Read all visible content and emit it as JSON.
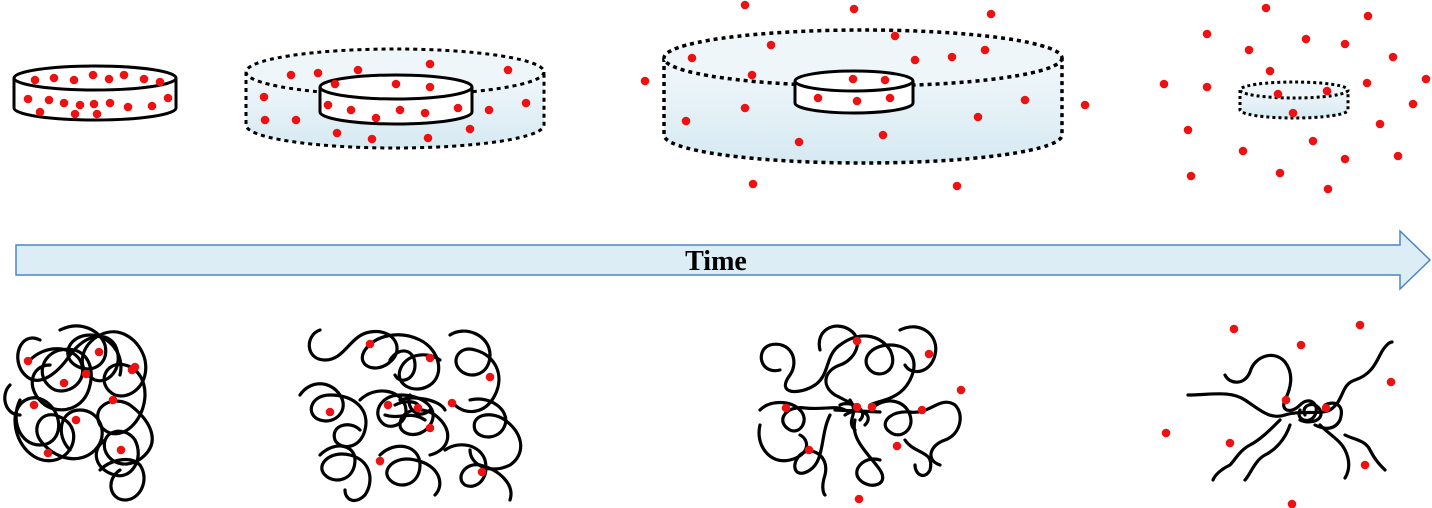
{
  "diagram": {
    "timeline_label": "Time",
    "colors": {
      "particle": "#ee1111",
      "disk_fill": "#ddedf5",
      "arrow_fill": "#ddedf5",
      "arrow_stroke": "#4a86c5",
      "outline": "#000000"
    },
    "top_row_name": "disk-release-stages",
    "bottom_row_name": "polymer-network-stages"
  }
}
